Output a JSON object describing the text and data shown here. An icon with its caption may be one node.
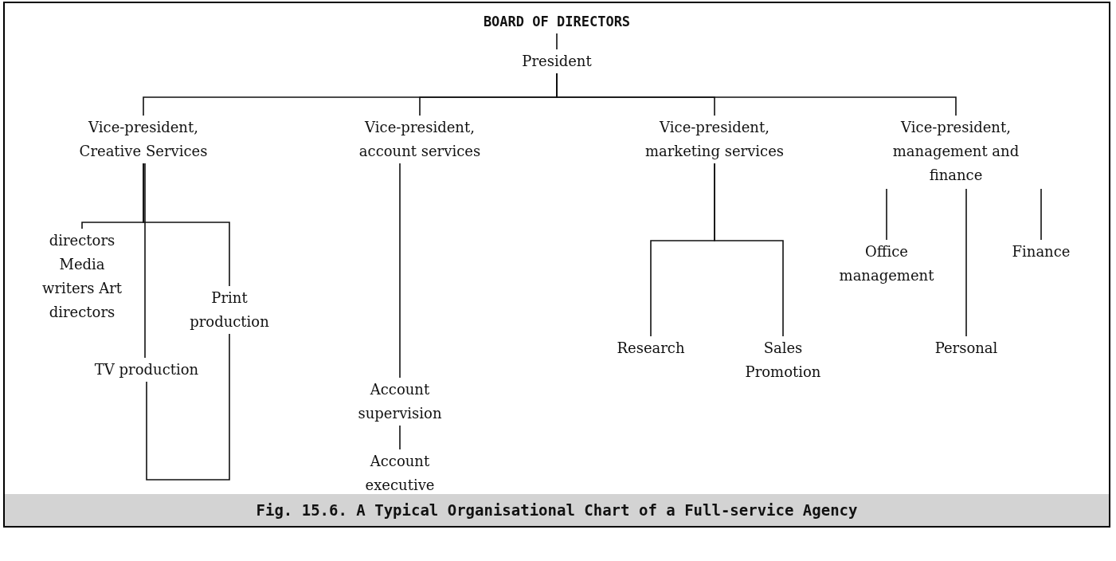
{
  "diagram": {
    "caption": "Fig. 15.6. A Typical Organisational Chart of a Full-service Agency",
    "nodes": [
      {
        "text": [
          "BOARD OF DIRECTORS"
        ]
      },
      {
        "text": [
          "President"
        ]
      },
      {
        "text": [
          "Vice-president, Creative Services"
        ]
      },
      {
        "text": [
          "Vice-president, account services"
        ]
      },
      {
        "text": [
          "Vice-president, marketing services"
        ]
      },
      {
        "text": [
          "Vice-president, management and finance"
        ]
      },
      {
        "text": [
          "directors Media writers Art directors"
        ]
      },
      {
        "text": [
          "Print production"
        ]
      },
      {
        "text": [
          "TV production"
        ]
      },
      {
        "text": [
          "Office management"
        ]
      },
      {
        "text": [
          "Finance"
        ]
      },
      {
        "text": [
          "Research"
        ]
      },
      {
        "text": [
          "Sales Promotion"
        ]
      },
      {
        "text": [
          "Personal"
        ]
      },
      {
        "text": [
          "Account supervision"
        ]
      },
      {
        "text": [
          "Account executive"
        ]
      }
    ],
    "edges": [
      {
        "from": 0,
        "to": 1,
        "arrow": "none"
      },
      {
        "from": 1,
        "to": 2,
        "arrow": "none"
      },
      {
        "from": 1,
        "to": 3,
        "arrow": "none"
      },
      {
        "from": 1,
        "to": 4,
        "arrow": "none"
      },
      {
        "from": 1,
        "to": 5,
        "arrow": "none"
      },
      {
        "from": 2,
        "to": 6,
        "arrow": "none"
      },
      {
        "from": 2,
        "to": 7,
        "arrow": "none"
      },
      {
        "from": 2,
        "to": 8,
        "arrow": "none"
      },
      {
        "from": 8,
        "to": 7,
        "arrow": "none"
      },
      {
        "from": 3,
        "to": 14,
        "arrow": "none"
      },
      {
        "from": 14,
        "to": 15,
        "arrow": "none"
      },
      {
        "from": 4,
        "to": 11,
        "arrow": "none"
      },
      {
        "from": 4,
        "to": 12,
        "arrow": "none"
      },
      {
        "from": 5,
        "to": 9,
        "arrow": "none"
      },
      {
        "from": 5,
        "to": 13,
        "arrow": "none"
      },
      {
        "from": 5,
        "to": 10,
        "arrow": "none"
      }
    ]
  }
}
